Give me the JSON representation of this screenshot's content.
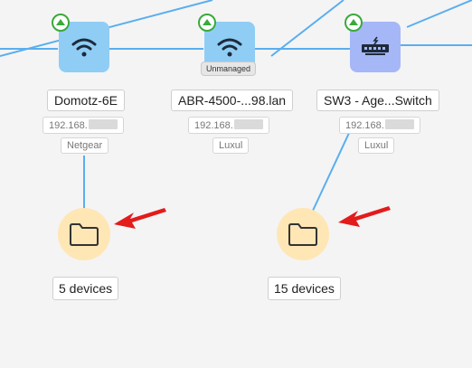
{
  "devices": [
    {
      "name": "Domotz-6E",
      "ip": "192.168.",
      "vendor": "Netgear",
      "icon": "wifi-icon",
      "status": "up"
    },
    {
      "name": "ABR-4500-...98.lan",
      "ip": "192.168.",
      "vendor": "Luxul",
      "icon": "wifi-icon",
      "status": "up",
      "badge": "Unmanaged"
    },
    {
      "name": "SW3 - Age...Switch",
      "ip": "192.168.",
      "vendor": "Luxul",
      "icon": "switch-icon",
      "status": "up"
    }
  ],
  "groups": [
    {
      "count_label": "5 devices",
      "icon": "folder-icon"
    },
    {
      "count_label": "15 devices",
      "icon": "folder-icon"
    }
  ],
  "colors": {
    "link": "#5aaeef",
    "wifi_tile": "#8fcdf5",
    "switch_tile": "#a6b7f7",
    "status_up": "#3aaa3a",
    "folder_bg": "#ffe6b5",
    "annotation_arrow": "#e31b1b"
  }
}
